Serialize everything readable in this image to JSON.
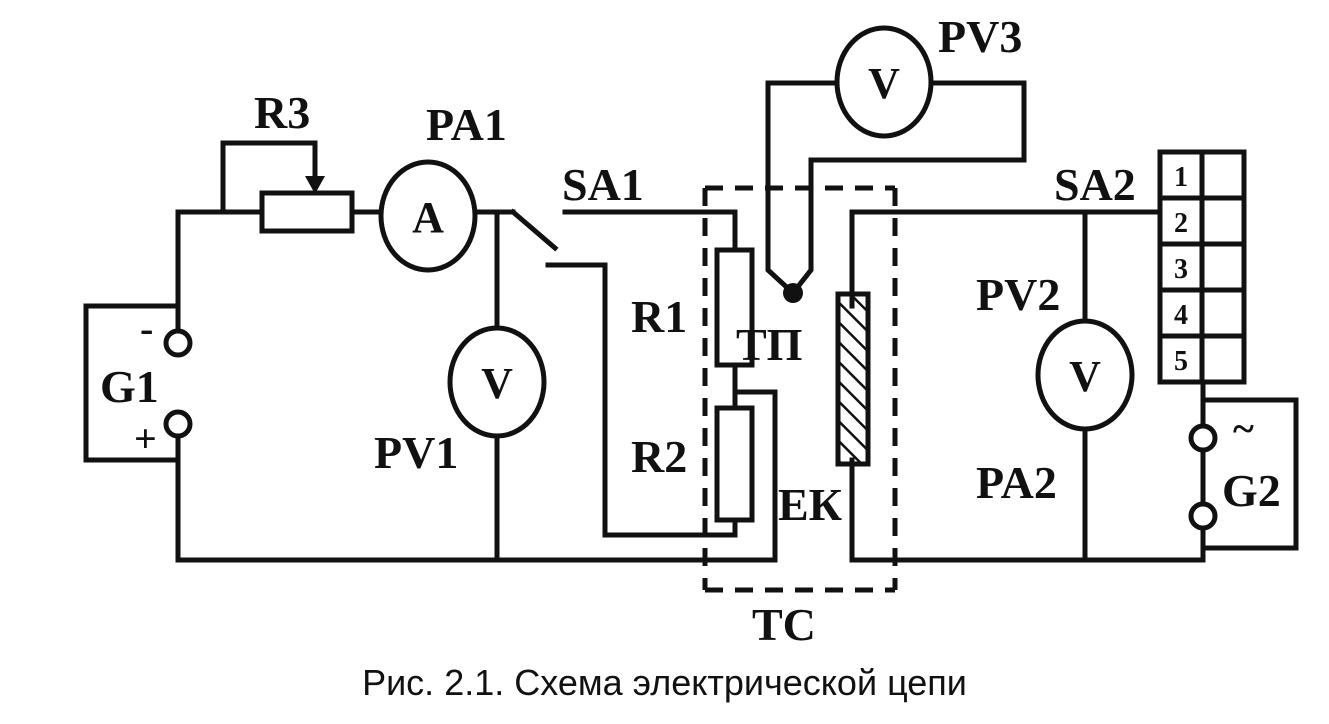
{
  "labels": {
    "r3": "R3",
    "pa1": "PA1",
    "pv3": "PV3",
    "sa1": "SA1",
    "sa2": "SA2",
    "r1": "R1",
    "r2": "R2",
    "tp": "ТП",
    "ek": "ЕК",
    "tc": "ТС",
    "pv1": "PV1",
    "pv2": "PV2",
    "pa2": "PA2",
    "g1": "G1",
    "g2": "G2"
  },
  "meter_symbols": {
    "ammeter": "A",
    "voltmeter": "V"
  },
  "signs": {
    "minus": "-",
    "plus": "+",
    "ac": "~"
  },
  "switch_positions": [
    "1",
    "2",
    "3",
    "4",
    "5"
  ],
  "caption": "Рис. 2.1. Схема электрической цепи"
}
